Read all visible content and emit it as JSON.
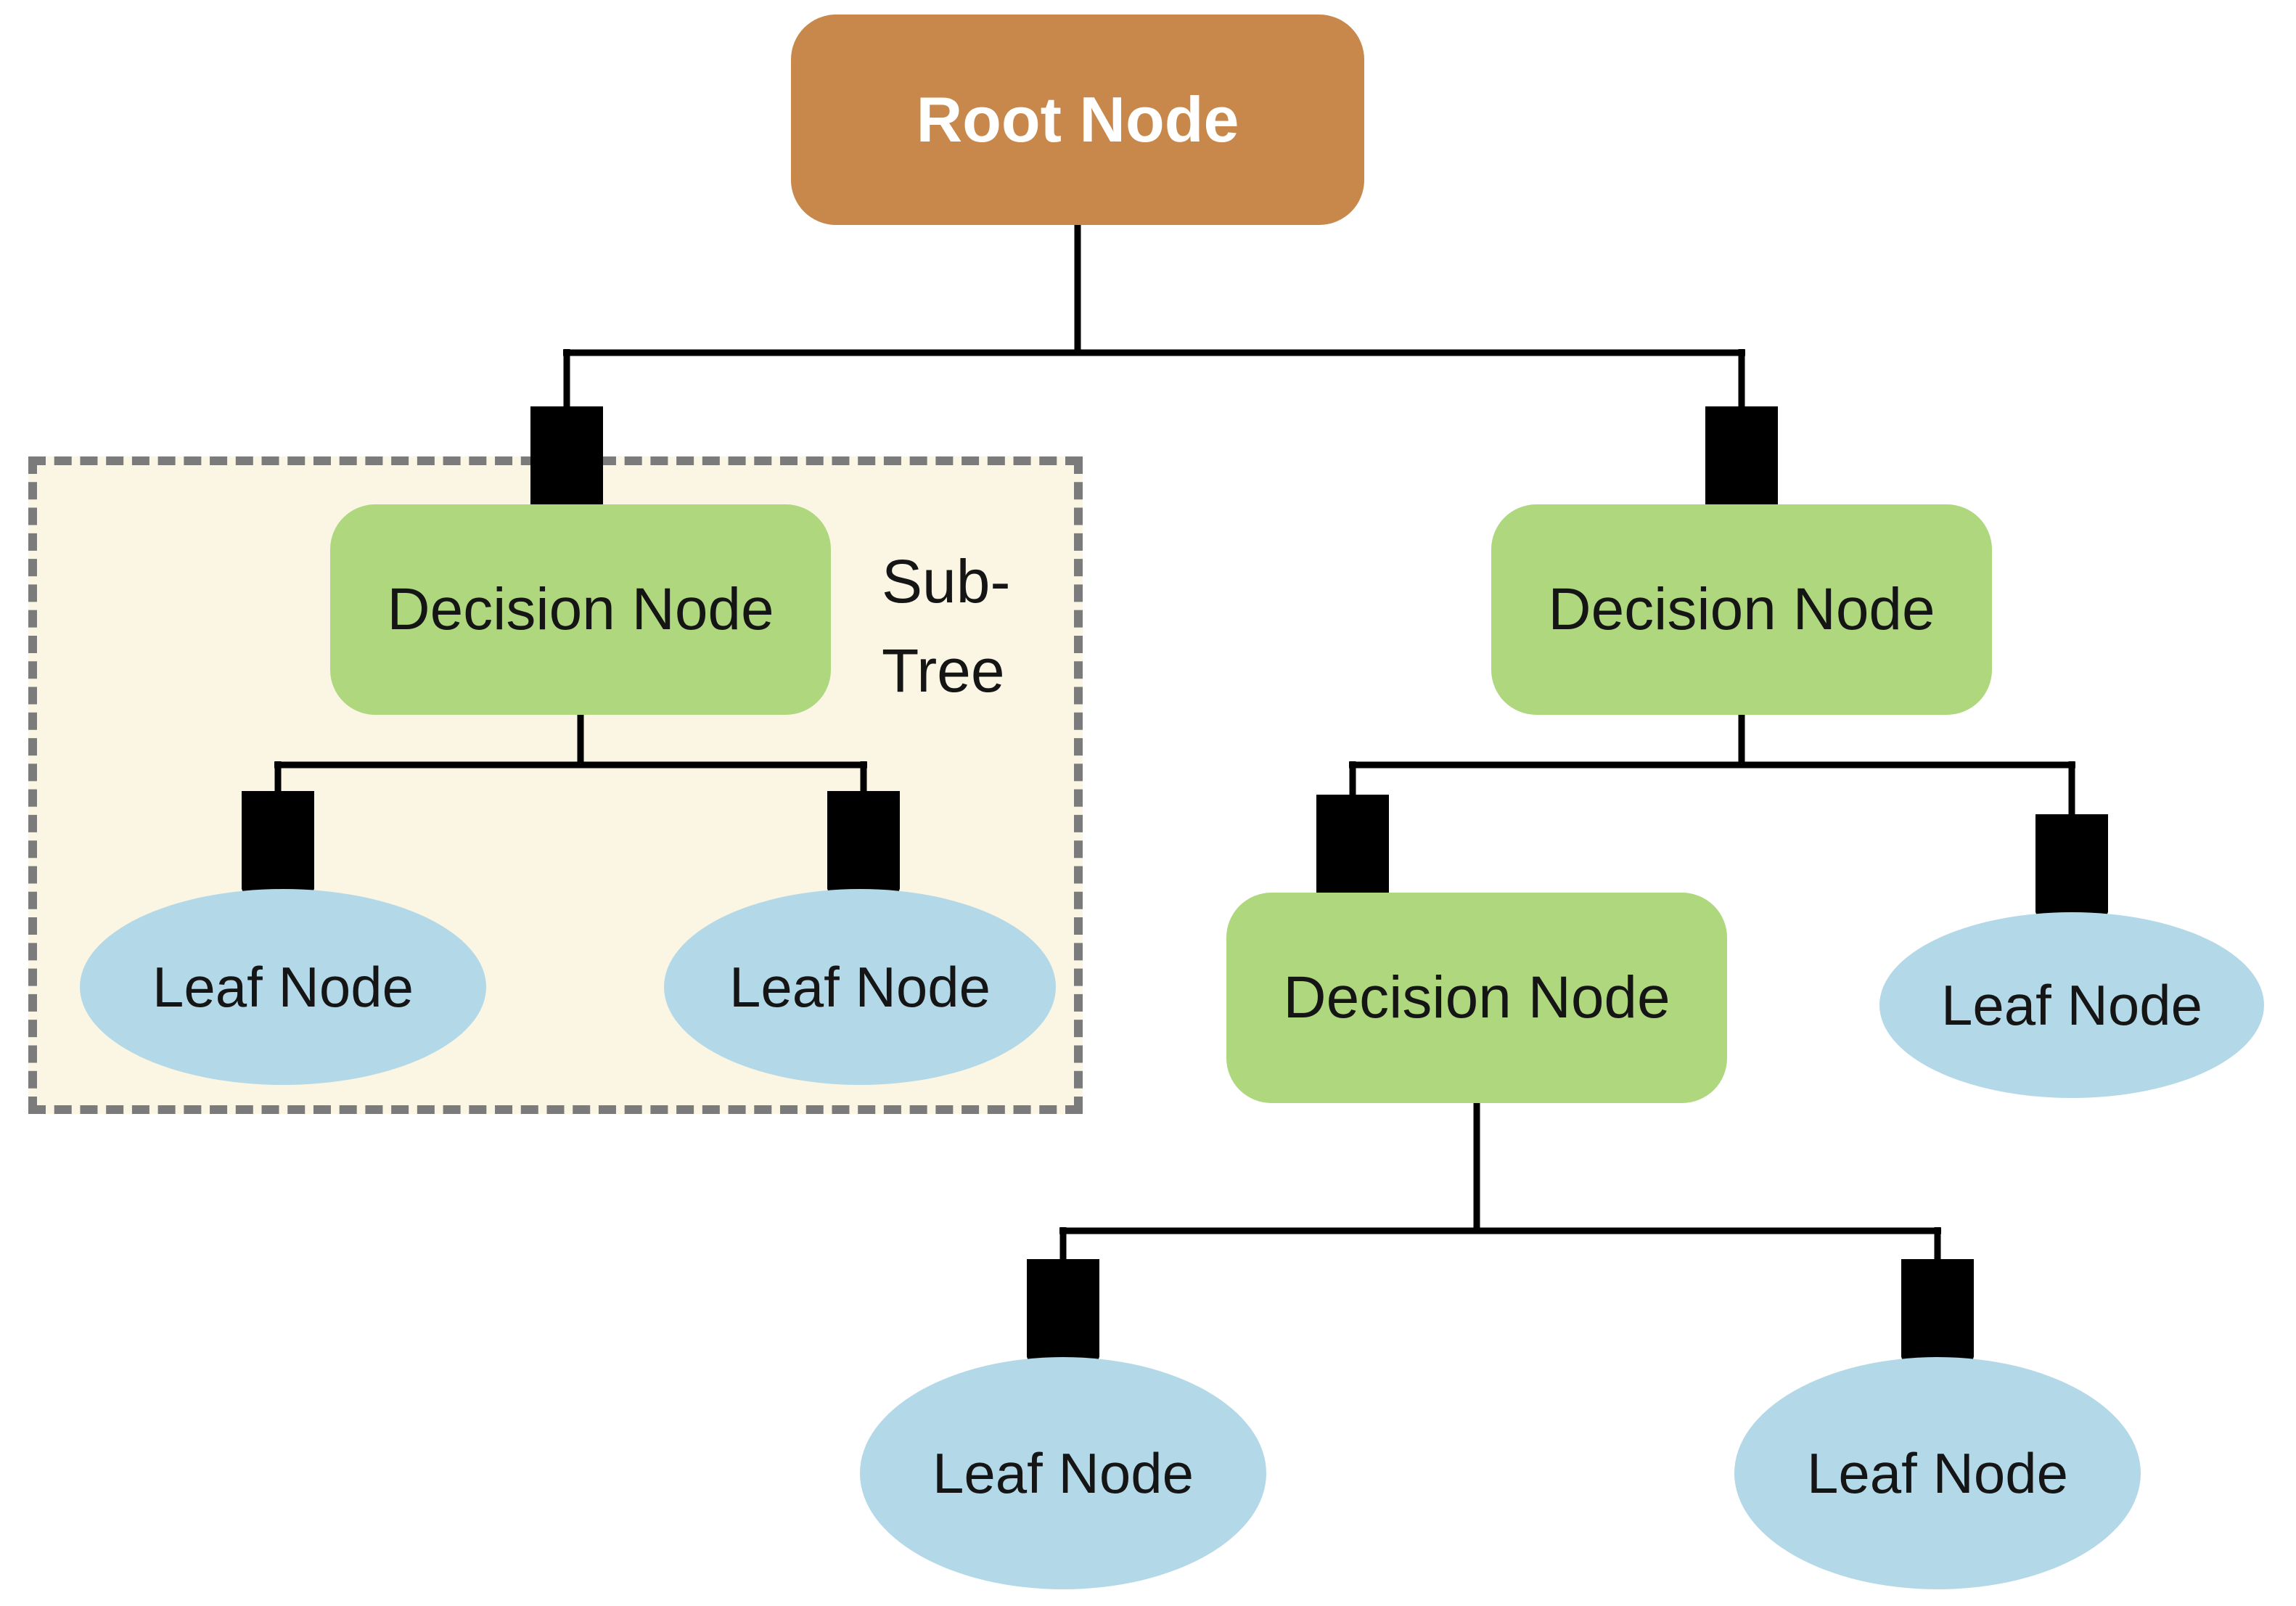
{
  "diagram": {
    "type": "decision-tree"
  },
  "colors": {
    "root_fill": "#C8884B",
    "root_text": "#FFFFFF",
    "decision_fill": "#AFD77E",
    "leaf_fill": "#B3D8E8",
    "node_text": "#151515",
    "subtree_bg": "#FAF6E3",
    "subtree_border": "#7B7B7B",
    "connector": "#000000"
  },
  "subtree": {
    "label_line1": "Sub-",
    "label_line2": "Tree"
  },
  "nodes": {
    "root": {
      "label": "Root Node",
      "kind": "root"
    },
    "decision_left": {
      "label": "Decision Node",
      "kind": "decision"
    },
    "decision_right": {
      "label": "Decision Node",
      "kind": "decision"
    },
    "decision_mid": {
      "label": "Decision Node",
      "kind": "decision"
    },
    "leaf_left_1": {
      "label": "Leaf Node",
      "kind": "leaf"
    },
    "leaf_left_2": {
      "label": "Leaf Node",
      "kind": "leaf"
    },
    "leaf_right": {
      "label": "Leaf Node",
      "kind": "leaf"
    },
    "leaf_bottom_1": {
      "label": "Leaf Node",
      "kind": "leaf"
    },
    "leaf_bottom_2": {
      "label": "Leaf Node",
      "kind": "leaf"
    }
  },
  "edges": [
    {
      "from": "root",
      "to": "decision_left"
    },
    {
      "from": "root",
      "to": "decision_right"
    },
    {
      "from": "decision_left",
      "to": "leaf_left_1"
    },
    {
      "from": "decision_left",
      "to": "leaf_left_2"
    },
    {
      "from": "decision_right",
      "to": "decision_mid"
    },
    {
      "from": "decision_right",
      "to": "leaf_right"
    },
    {
      "from": "decision_mid",
      "to": "leaf_bottom_1"
    },
    {
      "from": "decision_mid",
      "to": "leaf_bottom_2"
    }
  ]
}
